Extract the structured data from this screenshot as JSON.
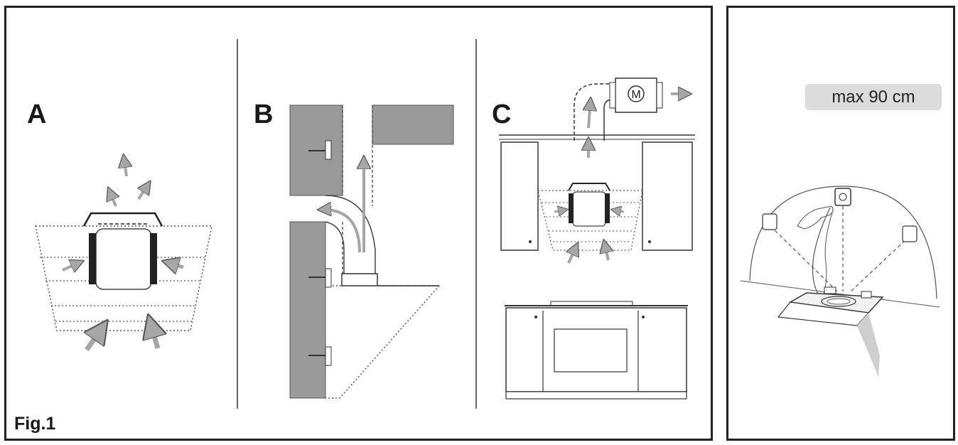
{
  "figure": {
    "label": "Fig.1",
    "sections": [
      {
        "letter": "A"
      },
      {
        "letter": "B"
      },
      {
        "letter": "C"
      }
    ],
    "motor_label": "M"
  },
  "side_panel": {
    "max_distance_label": "max 90 cm"
  },
  "colors": {
    "frame": "#222222",
    "wall": "#9a9a9a",
    "arrow": "#a6a6a6",
    "badge": "#dcdcdc"
  }
}
